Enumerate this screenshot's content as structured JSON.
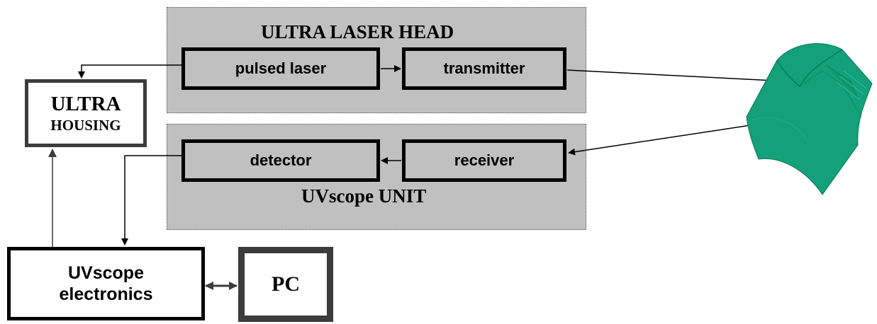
{
  "laser_head_title": "ULTRA LASER HEAD",
  "uvscope_unit_title": "UVscope UNIT",
  "pulsed_laser": "pulsed laser",
  "transmitter": "transmitter",
  "detector": "detector",
  "receiver": "receiver",
  "ultra_housing": {
    "line1": "ULTRA",
    "line2": "HOUSING"
  },
  "uvscope_electronics": {
    "line1": "UVscope",
    "line2": "electronics"
  },
  "pc": "PC",
  "colors": {
    "panel": "#c0c0c0",
    "target_green": "#13a07a"
  }
}
